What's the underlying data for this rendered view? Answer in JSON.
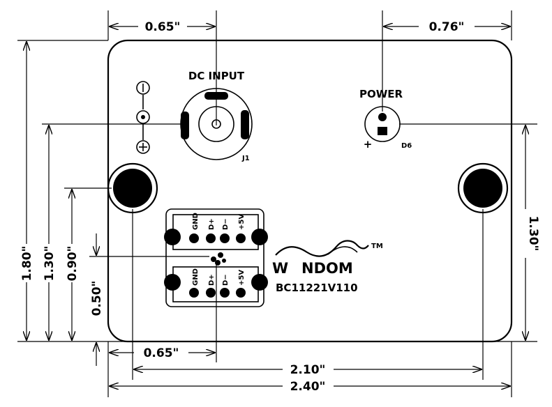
{
  "dimensions": {
    "top_left": "0.65\"",
    "top_right": "0.76\"",
    "bottom_left": "0.65\"",
    "bottom_mid": "2.10\"",
    "bottom_full": "2.40\"",
    "left_1": "1.80\"",
    "left_2": "1.30\"",
    "left_3": "0.90\"",
    "left_4": "0.50\"",
    "right_1": "1.30\""
  },
  "labels": {
    "dc_input": "DC INPUT",
    "j1": "J1",
    "power": "POWER",
    "d6": "D6",
    "plus": "+",
    "brand_w": "W",
    "brand_rest": "NDOM",
    "tm": "TM",
    "part": "BC11221V110"
  },
  "connectors": {
    "upper_pins": [
      "GND",
      "D+",
      "D−",
      "+5V"
    ],
    "lower_pins": [
      "GND",
      "D+",
      "D−",
      "+5V"
    ]
  },
  "icons": {
    "polarity": "polarity-symbol-icon",
    "wave": "wave-logo-icon"
  }
}
